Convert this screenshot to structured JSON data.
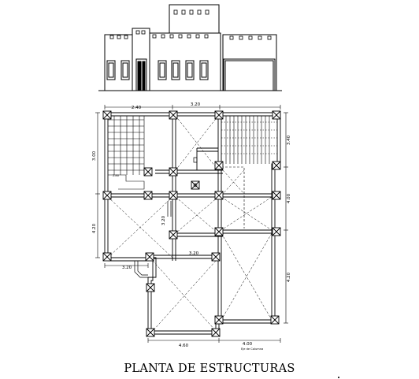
{
  "title": "PLANTA DE ESTRUCTURAS",
  "dimensions": {
    "top_span": "3.20",
    "top_small": "2.40",
    "left_upper": "3.00",
    "left_lower": "4.20",
    "right_upper": "3.40",
    "right_middle": "4.00",
    "right_lower": "4.20",
    "bottom_left": "4.60",
    "bottom_right": "4.00",
    "mid_span": "3.20",
    "mid_vertical": "3.20",
    "low_left": "3.20"
  },
  "notes": {
    "eje_label": "Eje de Columna",
    "stair_note": "2.80"
  }
}
